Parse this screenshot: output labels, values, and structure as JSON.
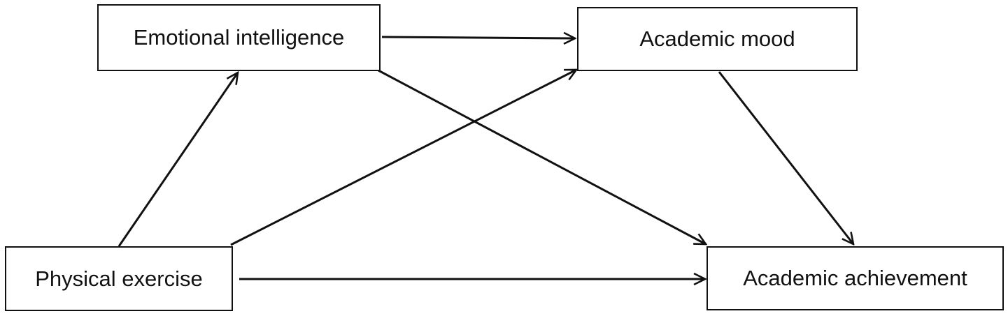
{
  "diagram": {
    "nodes": {
      "emotional_intelligence": "Emotional intelligence",
      "academic_mood": "Academic mood",
      "physical_exercise": "Physical exercise",
      "academic_achievement": "Academic achievement"
    },
    "edges": [
      {
        "from": "physical_exercise",
        "to": "emotional_intelligence"
      },
      {
        "from": "physical_exercise",
        "to": "academic_mood"
      },
      {
        "from": "physical_exercise",
        "to": "academic_achievement"
      },
      {
        "from": "emotional_intelligence",
        "to": "academic_mood"
      },
      {
        "from": "emotional_intelligence",
        "to": "academic_achievement"
      },
      {
        "from": "academic_mood",
        "to": "academic_achievement"
      }
    ],
    "colors": {
      "stroke": "#111111",
      "background": "#ffffff"
    }
  }
}
